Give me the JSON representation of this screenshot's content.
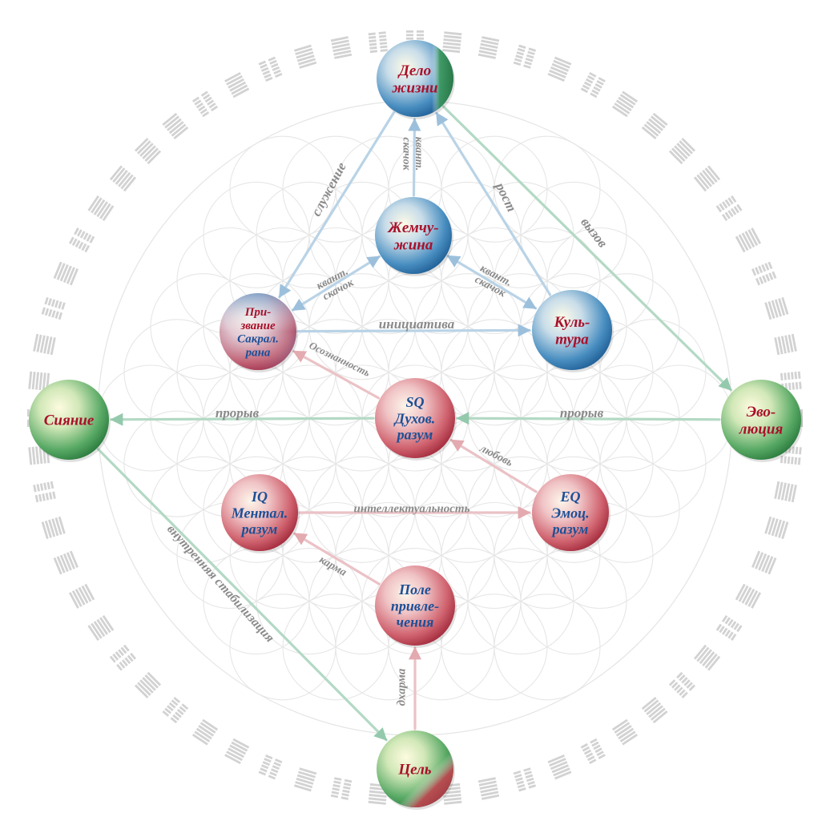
{
  "colors": {
    "ring_symbol": "#d2d2d2",
    "flower_line": "#e6e6e6",
    "blue_arrow": "#b9d3e6",
    "green_arrow": "#b3d9c4",
    "pink_arrow": "#ebc2c6",
    "label_gray": "#8a8a8a",
    "label_red": "#a8102a",
    "label_blue": "#1c4f96"
  },
  "nodes": [
    {
      "id": "delo",
      "lines": [
        "Дело",
        "жизни"
      ],
      "style": "blue-green",
      "text_color": "#a8102a"
    },
    {
      "id": "zhemchuzhina",
      "lines": [
        "Жемчу-",
        "жина"
      ],
      "style": "blue",
      "text_color": "#a8102a"
    },
    {
      "id": "prizvanie",
      "lines": [
        "При-",
        "звание",
        "Сакрал.",
        "рана"
      ],
      "style": "blue-red",
      "text_color": "mixed",
      "line_colors": [
        "#a8102a",
        "#a8102a",
        "#1c4f96",
        "#1c4f96"
      ]
    },
    {
      "id": "kultura",
      "lines": [
        "Куль-",
        "тура"
      ],
      "style": "blue",
      "text_color": "#a8102a"
    },
    {
      "id": "siyanie",
      "lines": [
        "Сияние"
      ],
      "style": "green",
      "text_color": "#a8102a"
    },
    {
      "id": "sq",
      "lines": [
        "SQ",
        "Духов.",
        "разум"
      ],
      "style": "red",
      "text_color": "#1c4f96"
    },
    {
      "id": "evolyutsiya",
      "lines": [
        "Эво-",
        "люция"
      ],
      "style": "green",
      "text_color": "#a8102a"
    },
    {
      "id": "iq",
      "lines": [
        "IQ",
        "Ментал.",
        "разум"
      ],
      "style": "red",
      "text_color": "#1c4f96"
    },
    {
      "id": "eq",
      "lines": [
        "EQ",
        "Эмоц.",
        "разум"
      ],
      "style": "red",
      "text_color": "#1c4f96"
    },
    {
      "id": "pole",
      "lines": [
        "Поле",
        "привле-",
        "чения"
      ],
      "style": "red",
      "text_color": "#1c4f96"
    },
    {
      "id": "tsel",
      "lines": [
        "Цель"
      ],
      "style": "green-red",
      "text_color": "#a8102a"
    }
  ],
  "edges": [
    {
      "from": "delo",
      "to": "prizvanie",
      "label": "служение",
      "color": "blue_arrow"
    },
    {
      "from": "zhemchuzhina",
      "to": "delo",
      "label": "квант.\nскачок",
      "color": "blue_arrow"
    },
    {
      "from": "kultura",
      "to": "delo",
      "label": "рост",
      "color": "blue_arrow"
    },
    {
      "from": "delo",
      "to": "evolyutsiya",
      "label": "вызов",
      "color": "green_arrow"
    },
    {
      "from": "zhemchuzhina",
      "to": "prizvanie",
      "label": "квант.\nскачок",
      "color": "blue_arrow",
      "bidirectional": true
    },
    {
      "from": "zhemchuzhina",
      "to": "kultura",
      "label": "квант.\nскачок",
      "color": "blue_arrow",
      "bidirectional": true
    },
    {
      "from": "prizvanie",
      "to": "kultura",
      "label": "инициатива",
      "color": "blue_arrow"
    },
    {
      "from": "sq",
      "to": "prizvanie",
      "label": "Осознанность",
      "color": "pink_arrow"
    },
    {
      "from": "sq",
      "to": "siyanie",
      "label": "прорыв",
      "color": "green_arrow"
    },
    {
      "from": "evolyutsiya",
      "to": "sq",
      "label": "прорыв",
      "color": "green_arrow"
    },
    {
      "from": "eq",
      "to": "sq",
      "label": "любовь",
      "color": "pink_arrow"
    },
    {
      "from": "iq",
      "to": "eq",
      "label": "интеллектуальность",
      "color": "pink_arrow"
    },
    {
      "from": "pole",
      "to": "iq",
      "label": "карма",
      "color": "pink_arrow"
    },
    {
      "from": "tsel",
      "to": "pole",
      "label": "дхарма",
      "color": "pink_arrow"
    },
    {
      "from": "siyanie",
      "to": "tsel",
      "label": "внутренняя стабилизация",
      "color": "green_arrow"
    }
  ]
}
